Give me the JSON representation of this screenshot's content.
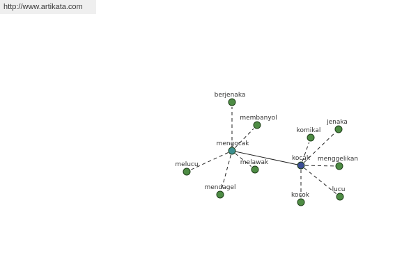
{
  "header": {
    "url": "http://www.artikata.com"
  },
  "graph": {
    "colors": {
      "leaf": "#4e8c44",
      "hub_primary": "#3d8f8f",
      "hub_secondary": "#3b4d94",
      "edge": "#222222",
      "node_stroke": "#1f3f1a"
    },
    "hubs": [
      {
        "id": "mengocak",
        "label": "mengocak"
      },
      {
        "id": "kocak",
        "label": "kocak"
      }
    ],
    "leaves": [
      {
        "id": "berjenaka",
        "label": "berjenaka",
        "hub": "mengocak"
      },
      {
        "id": "membanyol",
        "label": "membanyol",
        "hub": "mengocak"
      },
      {
        "id": "melucu",
        "label": "melucu",
        "hub": "mengocak"
      },
      {
        "id": "melawak",
        "label": "melawak",
        "hub": "mengocak"
      },
      {
        "id": "mendagel",
        "label": "mendagel",
        "hub": "mengocak"
      },
      {
        "id": "komikal",
        "label": "komikal",
        "hub": "kocak"
      },
      {
        "id": "jenaka",
        "label": "jenaka",
        "hub": "kocak"
      },
      {
        "id": "menggelikan",
        "label": "menggelikan",
        "hub": "kocak"
      },
      {
        "id": "lucu",
        "label": "lucu",
        "hub": "kocak"
      },
      {
        "id": "kocok",
        "label": "kocok",
        "hub": "kocak"
      }
    ]
  }
}
